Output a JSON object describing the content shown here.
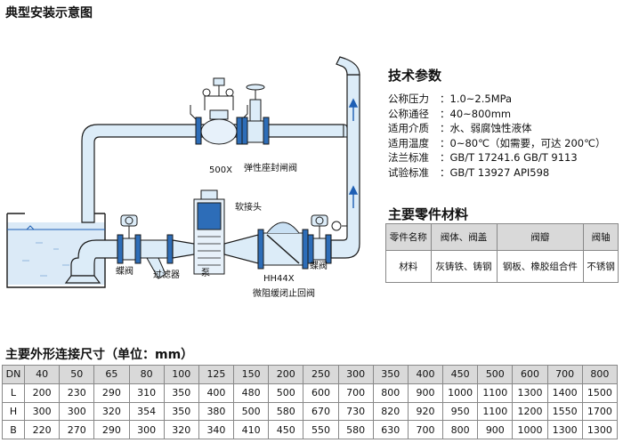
{
  "page_title": "典型安装示意图",
  "diagram": {
    "labels": {
      "valve_500x": "500X",
      "gate_valve": "弹性座封闸阀",
      "flex_joint": "软接头",
      "butterfly_left": "蝶阀",
      "strainer": "过滤器",
      "pump": "泵",
      "butterfly_right": "蝶阀",
      "check_model": "HH44X",
      "check_name": "微阻缓闭止回阀"
    },
    "colors": {
      "pipe_fill": "#dcecf8",
      "pipe_stroke": "#1a1a1a",
      "water": "#dbeaf7",
      "arrow": "#1e5fb4"
    }
  },
  "specs": {
    "title": "技术参数",
    "items": [
      {
        "key": "公称压力",
        "value": "1.0~2.5MPa"
      },
      {
        "key": "公称通径",
        "value": "40~800mm"
      },
      {
        "key": "适用介质",
        "value": "水、弱腐蚀性液体"
      },
      {
        "key": "适用温度",
        "value": "0~80℃（如需要，可达 200℃）"
      },
      {
        "key": "法兰标准",
        "value": "GB/T 17241.6 GB/T 9113"
      },
      {
        "key": "试验标准",
        "value": "GB/T 13927  API598"
      }
    ]
  },
  "parts": {
    "title": "主要零件材料",
    "headers": [
      "零件名称",
      "阀体、阀盖",
      "阀瓣",
      "阀轴"
    ],
    "rows": [
      [
        "材料",
        "灰铸铁、铸钢",
        "钢板、橡胶组合件",
        "不锈钢"
      ]
    ]
  },
  "dimensions": {
    "title": "主要外形连接尺寸（单位：mm）",
    "header_label": "DN",
    "dn": [
      "40",
      "50",
      "65",
      "80",
      "100",
      "125",
      "150",
      "200",
      "250",
      "300",
      "350",
      "400",
      "450",
      "500",
      "600",
      "700",
      "800"
    ],
    "rows": [
      {
        "label": "L",
        "values": [
          "200",
          "230",
          "290",
          "310",
          "350",
          "400",
          "480",
          "500",
          "600",
          "700",
          "800",
          "900",
          "1000",
          "1100",
          "1300",
          "1400",
          "1500"
        ]
      },
      {
        "label": "H",
        "values": [
          "300",
          "300",
          "320",
          "354",
          "350",
          "380",
          "500",
          "580",
          "670",
          "730",
          "820",
          "920",
          "950",
          "1100",
          "1200",
          "1550",
          "1700"
        ]
      },
      {
        "label": "B",
        "values": [
          "220",
          "270",
          "290",
          "300",
          "320",
          "340",
          "410",
          "450",
          "550",
          "580",
          "630",
          "700",
          "800",
          "900",
          "1000",
          "1300",
          "1300"
        ]
      }
    ]
  }
}
